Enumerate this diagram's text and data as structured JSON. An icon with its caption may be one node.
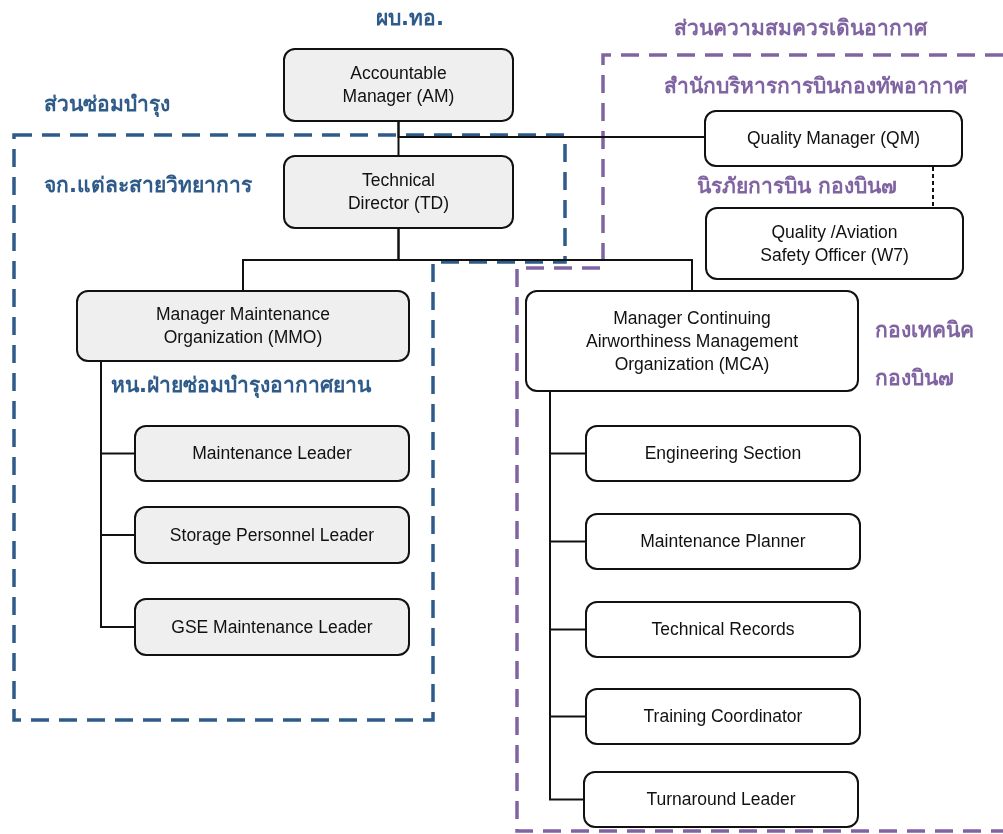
{
  "diagram": {
    "nodes": [
      {
        "text": [
          "Accountable Manager (AM)"
        ],
        "beside": [
          "ผบ.ทอ."
        ]
      },
      {
        "text": [
          "Quality Manager (QM)"
        ],
        "beside": [
          "สำนักบริหารการบินกองทัพอากาศ"
        ]
      },
      {
        "text": [
          "Technical Director (TD)"
        ],
        "beside": [
          "จก.แต่ละสายวิทยาการ"
        ]
      },
      {
        "text": [
          "Quality /Aviation Safety Officer (W7)"
        ],
        "beside": [
          "นิรภัยการบิน กองบิน๗"
        ]
      },
      {
        "text": [
          "Manager Maintenance Organization (MMO)"
        ],
        "beside": [
          "หน.ฝ่ายซ่อมบำรุงอากาศยาน"
        ]
      },
      {
        "text": [
          "Manager Continuing Airworthiness Management Organization (MCA)"
        ],
        "beside": [
          "กองเทคนิค",
          "กองบิน๗"
        ]
      },
      {
        "text": [
          "Maintenance Leader"
        ]
      },
      {
        "text": [
          "Storage Personnel Leader"
        ]
      },
      {
        "text": [
          "GSE Maintenance Leader"
        ]
      },
      {
        "text": [
          "Engineering Section"
        ]
      },
      {
        "text": [
          "Maintenance Planner"
        ]
      },
      {
        "text": [
          "Technical Records"
        ]
      },
      {
        "text": [
          "Training Coordinator"
        ]
      },
      {
        "text": [
          "Turnaround Leader"
        ]
      }
    ],
    "edges": [
      {
        "from": 0,
        "to": 2,
        "arrow": "none"
      },
      {
        "from": 0,
        "to": 1,
        "arrow": "none"
      },
      {
        "from": 1,
        "to": 3,
        "arrow": "none",
        "style": "dashed"
      },
      {
        "from": 2,
        "to": 4,
        "arrow": "none"
      },
      {
        "from": 2,
        "to": 5,
        "arrow": "none"
      },
      {
        "from": 4,
        "to": 6,
        "arrow": "none"
      },
      {
        "from": 4,
        "to": 7,
        "arrow": "none"
      },
      {
        "from": 4,
        "to": 8,
        "arrow": "none"
      },
      {
        "from": 5,
        "to": 9,
        "arrow": "none"
      },
      {
        "from": 5,
        "to": 10,
        "arrow": "none"
      },
      {
        "from": 5,
        "to": 11,
        "arrow": "none"
      },
      {
        "from": 5,
        "to": 12,
        "arrow": "none"
      },
      {
        "from": 5,
        "to": 13,
        "arrow": "none"
      }
    ],
    "labels": [
      "ส่วนความสมควรเดินอากาศ",
      "ส่วนซ่อมบำรุง"
    ]
  }
}
